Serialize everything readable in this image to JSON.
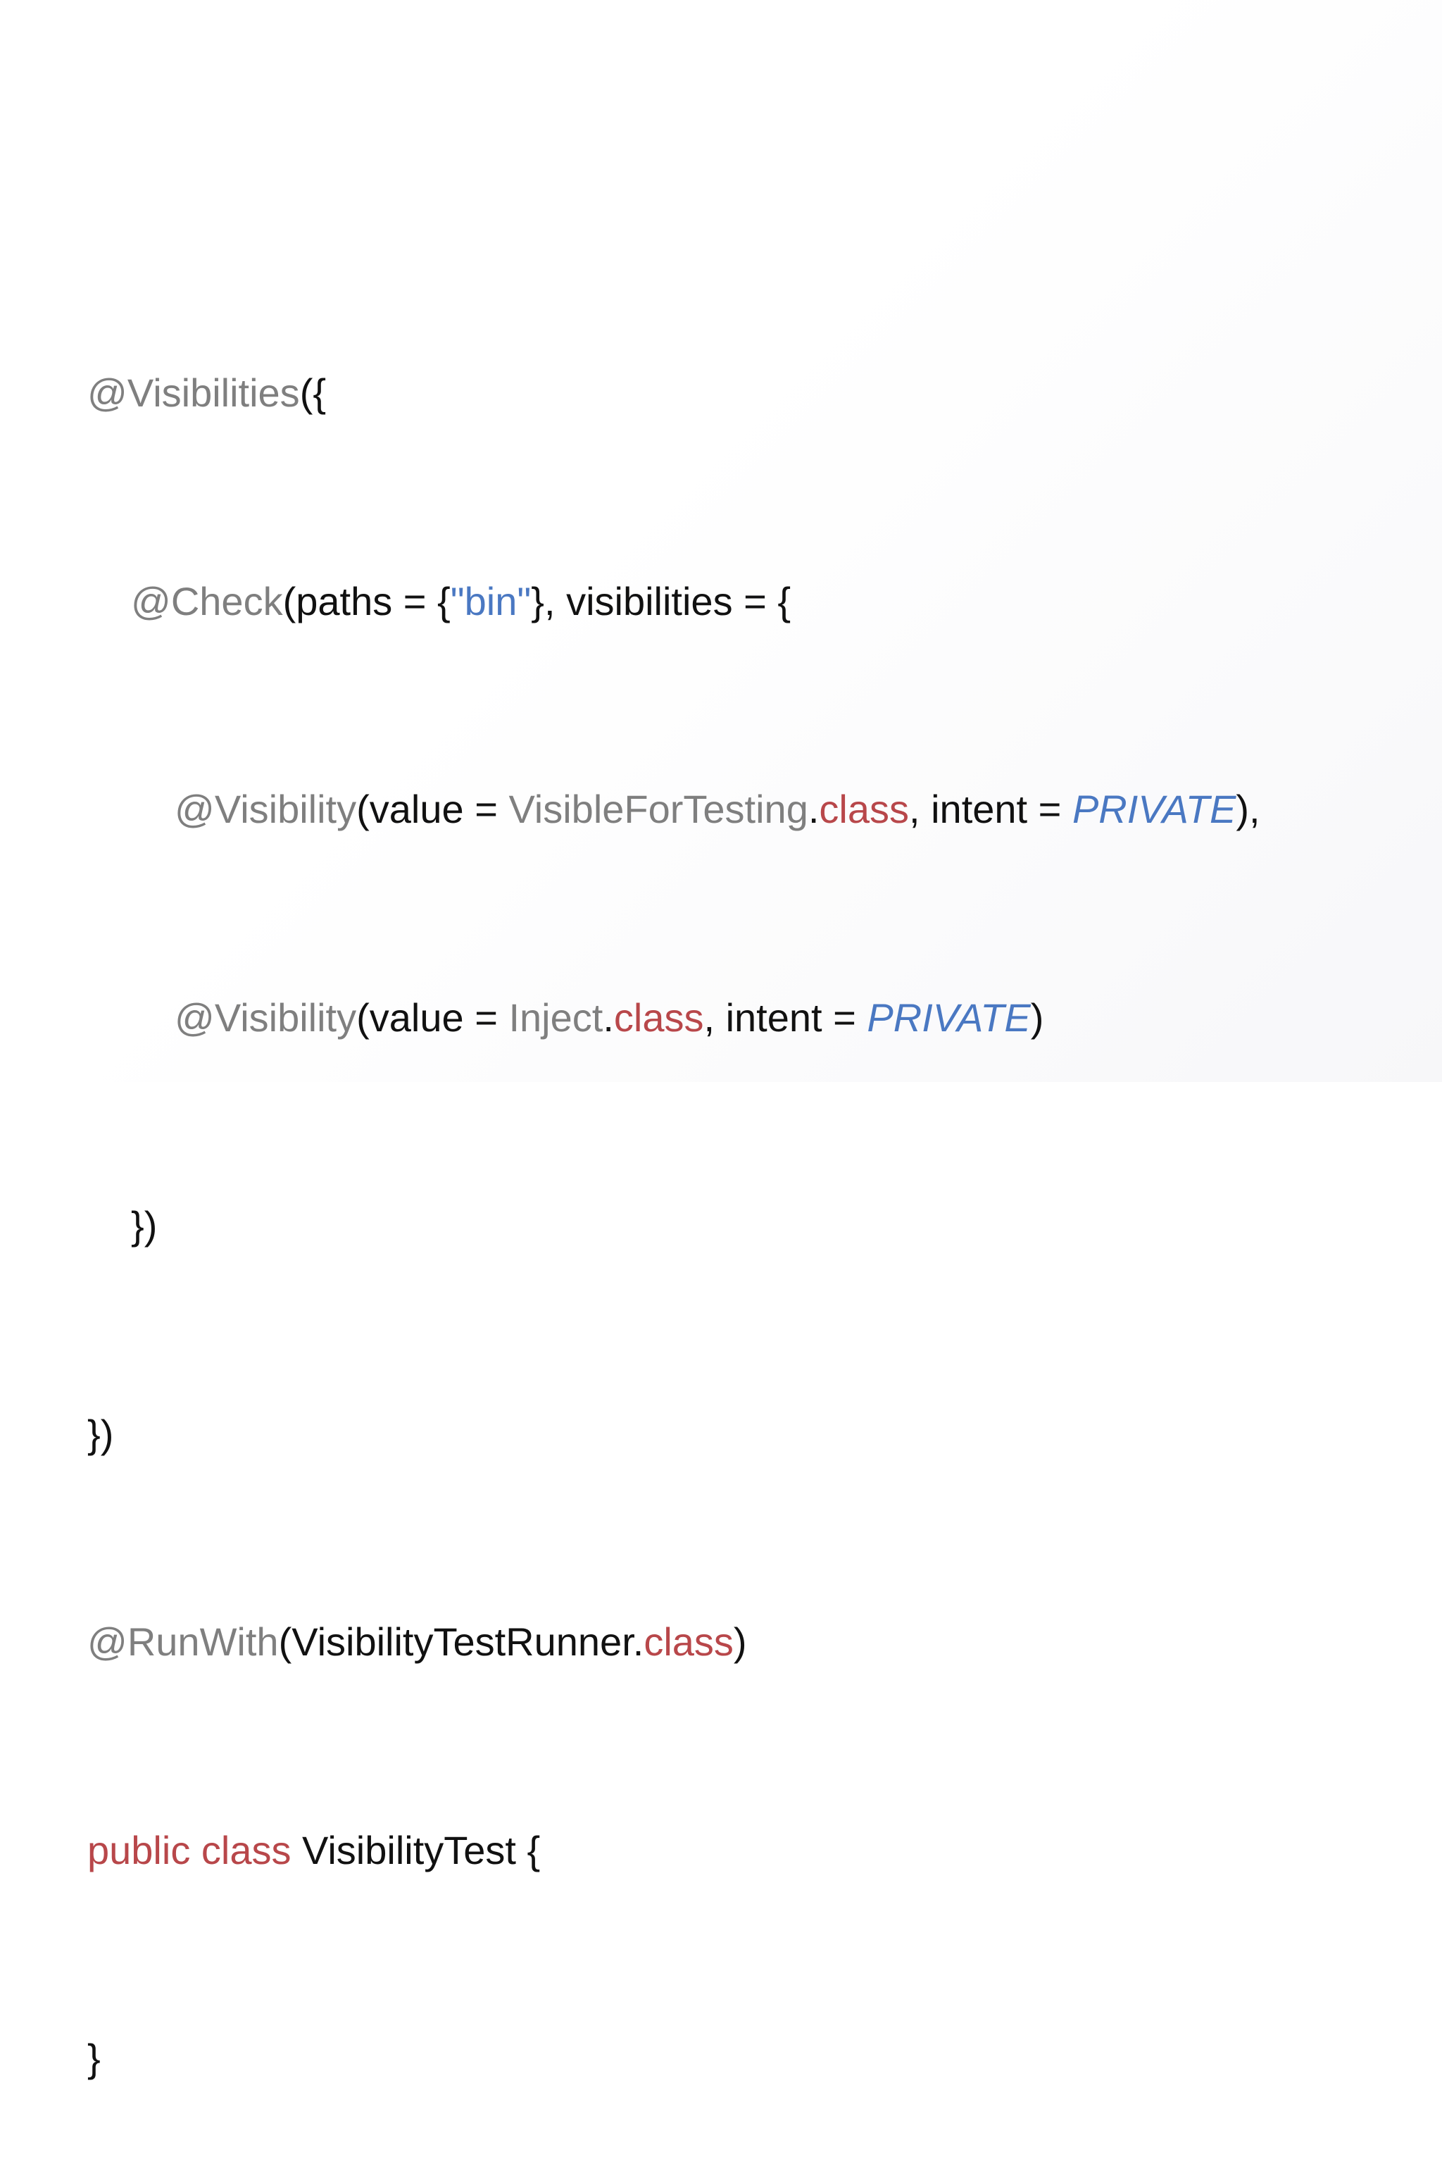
{
  "code": {
    "lines": [
      {
        "indent": 0,
        "tokens": [
          {
            "text": "@Visibilities",
            "kind": "annot"
          },
          {
            "text": "({",
            "kind": "plain"
          }
        ]
      },
      {
        "indent": 1,
        "tokens": [
          {
            "text": "@Check",
            "kind": "annot"
          },
          {
            "text": "(paths = {",
            "kind": "plain"
          },
          {
            "text": "\"bin\"",
            "kind": "str"
          },
          {
            "text": "}, visibilities = {",
            "kind": "plain"
          }
        ]
      },
      {
        "indent": 2,
        "tokens": [
          {
            "text": "@Visibility",
            "kind": "annot"
          },
          {
            "text": "(value = ",
            "kind": "plain"
          },
          {
            "text": "VisibleForTesting",
            "kind": "type"
          },
          {
            "text": ".",
            "kind": "plain"
          },
          {
            "text": "class",
            "kind": "kw"
          },
          {
            "text": ", intent = ",
            "kind": "plain"
          },
          {
            "text": "PRIVATE",
            "kind": "const"
          },
          {
            "text": "),",
            "kind": "plain"
          }
        ]
      },
      {
        "indent": 2,
        "tokens": [
          {
            "text": "@Visibility",
            "kind": "annot"
          },
          {
            "text": "(value = ",
            "kind": "plain"
          },
          {
            "text": "Inject",
            "kind": "type"
          },
          {
            "text": ".",
            "kind": "plain"
          },
          {
            "text": "class",
            "kind": "kw"
          },
          {
            "text": ", intent = ",
            "kind": "plain"
          },
          {
            "text": "PRIVATE",
            "kind": "const"
          },
          {
            "text": ")",
            "kind": "plain"
          }
        ]
      },
      {
        "indent": 1,
        "tokens": [
          {
            "text": "})",
            "kind": "plain"
          }
        ]
      },
      {
        "indent": 0,
        "tokens": [
          {
            "text": "})",
            "kind": "plain"
          }
        ]
      },
      {
        "indent": 0,
        "tokens": [
          {
            "text": "@RunWith",
            "kind": "annot"
          },
          {
            "text": "(VisibilityTestRunner.",
            "kind": "plain"
          },
          {
            "text": "class",
            "kind": "kw"
          },
          {
            "text": ")",
            "kind": "plain"
          }
        ]
      },
      {
        "indent": 0,
        "tokens": [
          {
            "text": "public class",
            "kind": "kw"
          },
          {
            "text": " VisibilityTest {",
            "kind": "plain"
          }
        ]
      },
      {
        "indent": 0,
        "tokens": [
          {
            "text": "}",
            "kind": "plain"
          }
        ]
      }
    ]
  },
  "colors": {
    "annotation": "#7f7f7f",
    "plain": "#111111",
    "string": "#4a78c2",
    "keyword": "#b8474a",
    "type": "#7f7f7f",
    "constant": "#4a78c2"
  }
}
